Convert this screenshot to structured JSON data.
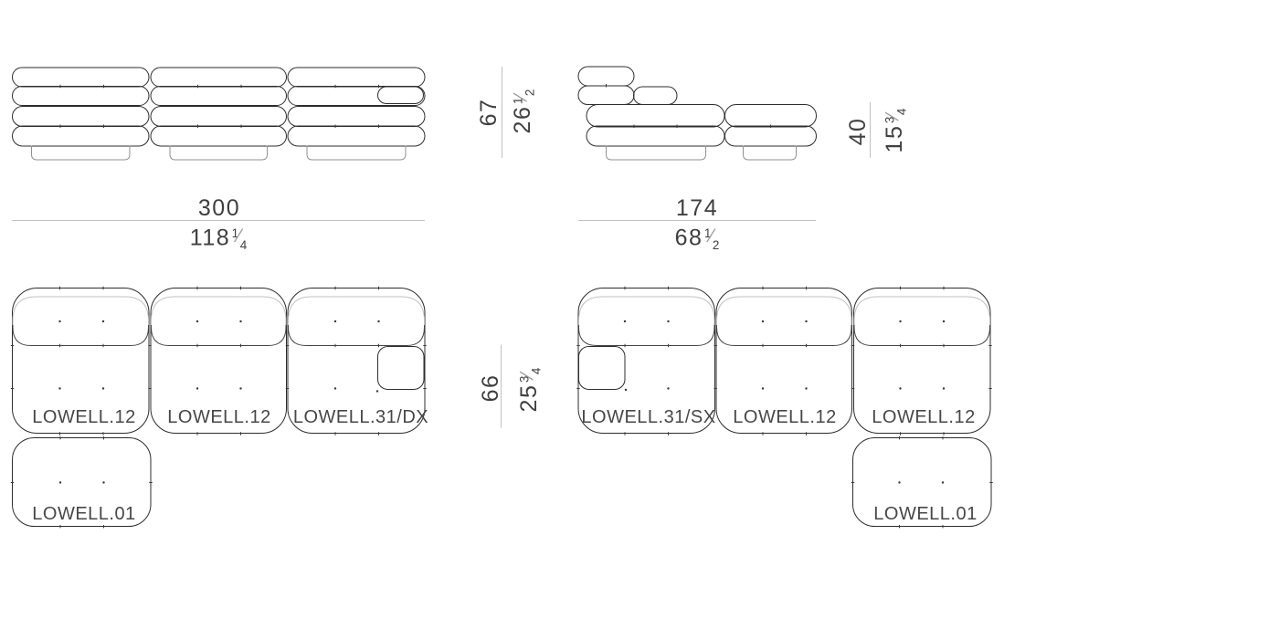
{
  "drawing": {
    "fraction_slash": "⁄",
    "config_a": {
      "height": {
        "cm": "67",
        "in_whole": "26",
        "in_num": "1",
        "in_den": "2"
      },
      "width": {
        "cm": "300",
        "in_whole": "118",
        "in_num": "1",
        "in_den": "4"
      },
      "modules": [
        {
          "label": "LOWELL.12"
        },
        {
          "label": "LOWELL.12"
        },
        {
          "label": "LOWELL.31/DX"
        },
        {
          "label": "LOWELL.01"
        }
      ]
    },
    "config_b": {
      "height": {
        "cm": "40",
        "in_whole": "15",
        "in_num": "3",
        "in_den": "4"
      },
      "width": {
        "cm": "174",
        "in_whole": "68",
        "in_num": "1",
        "in_den": "2"
      },
      "modules": [
        {
          "label": "LOWELL.31/SX"
        },
        {
          "label": "LOWELL.12"
        },
        {
          "label": "LOWELL.12"
        },
        {
          "label": "LOWELL.01"
        }
      ]
    },
    "depth": {
      "cm": "66",
      "in_whole": "25",
      "in_num": "3",
      "in_den": "4"
    }
  }
}
